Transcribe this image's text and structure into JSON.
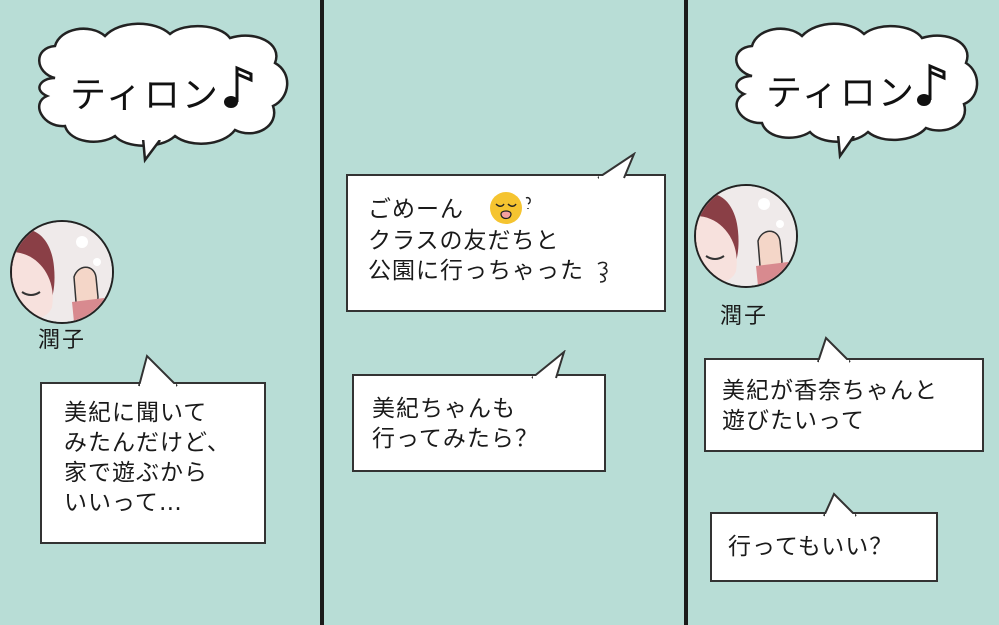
{
  "panels": [
    {
      "sound": "ティロン",
      "sender_name": "潤子",
      "message_lines": [
        "美紀に聞いて",
        "みたんだけど、",
        "家で遊ぶから",
        "いいって…"
      ]
    },
    {
      "reply_lines": [
        "ごめーん",
        "クラスの友だちと",
        "公園に行っちゃった"
      ],
      "suggestion_lines": [
        "美紀ちゃんも",
        "行ってみたら？"
      ]
    },
    {
      "sound": "ティロン",
      "sender_name": "潤子",
      "message_lines": [
        "美紀が香奈ちゃんと",
        "遊びたいって"
      ],
      "question_lines": [
        "行ってもいい？"
      ]
    }
  ],
  "colors": {
    "panel_background": "#b8ddd6",
    "divider": "#1b1b1b",
    "bubble": "#ffffff"
  },
  "icons": [
    "music-note-icon",
    "apologetic-face-emoji",
    "squiggle-icon",
    "avatar-icon"
  ]
}
